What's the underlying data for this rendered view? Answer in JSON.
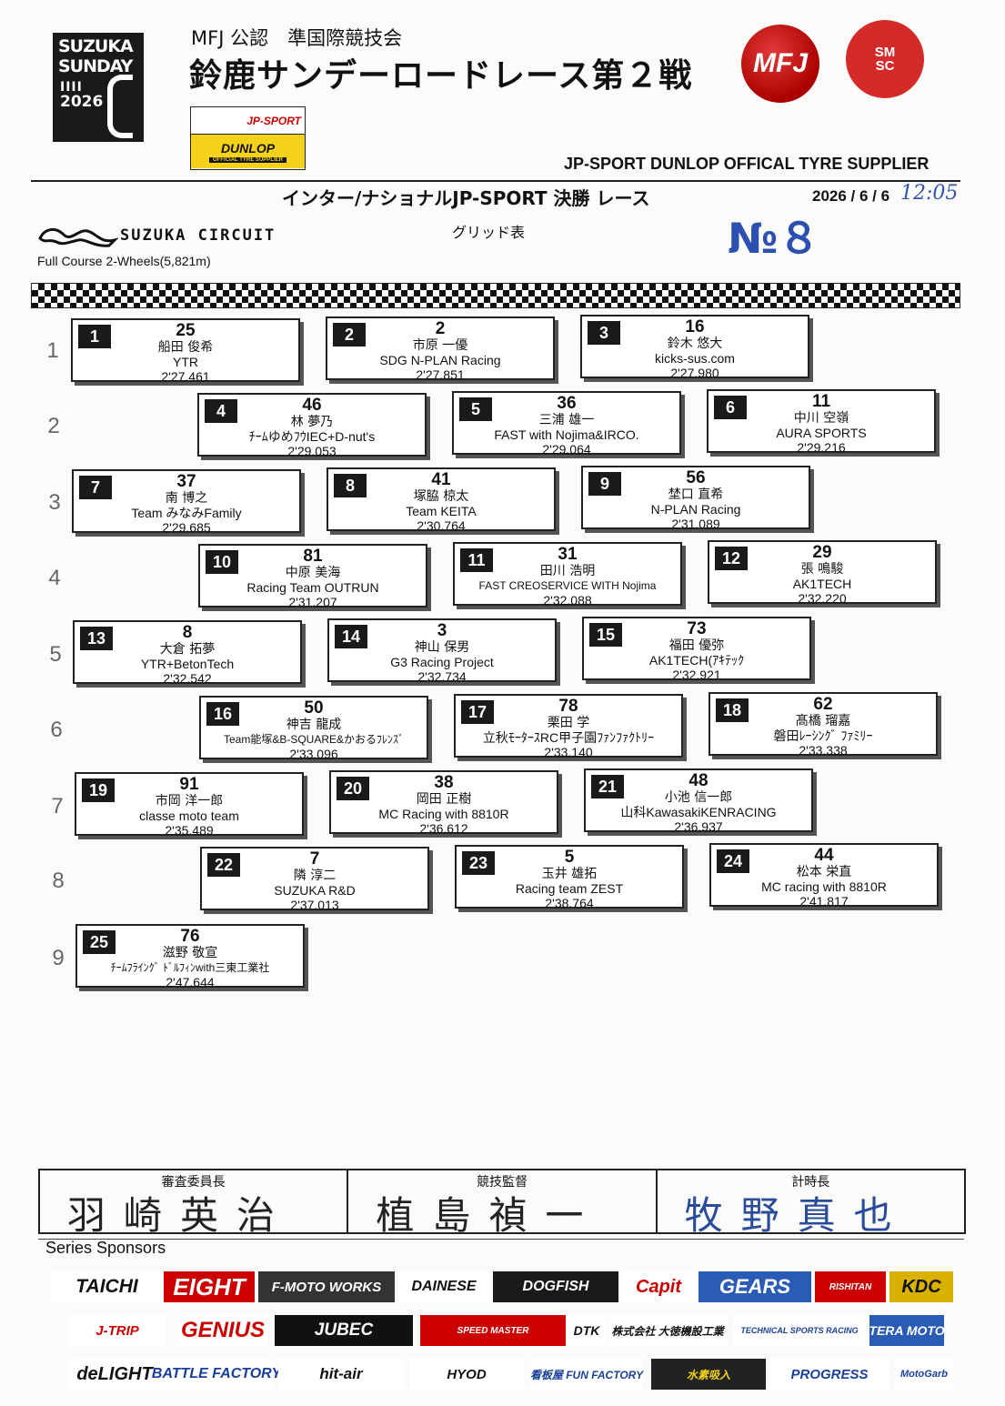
{
  "header": {
    "logo_line1": "SUZUKA",
    "logo_line2": "SUNDAY",
    "logo_year": "2026",
    "subtitle": "MFJ 公認　準国際競技会",
    "title": "鈴鹿サンデーロードレース第２戦",
    "mfj_logo": "MFJ",
    "smsc_line1": "SM",
    "smsc_line2": "SC",
    "jp_sport": "JP-SPORT",
    "dunlop": "DUNLOP",
    "dunlop_sub": "OFFICIAL TYRE SUPPLIER",
    "supplier": "JP-SPORT DUNLOP OFFICAL TYRE SUPPLIER",
    "race_title": "インター/ナショナルJP-SPORT 決勝 レース",
    "date": "2026 / 6 / 6",
    "time": "12:05",
    "grid_label": "グリッド表",
    "number": "№８",
    "circuit": "SUZUKA CIRCUIT",
    "course": "Full Course 2-Wheels(5,821m)"
  },
  "rows": [
    "1",
    "2",
    "3",
    "4",
    "5",
    "6",
    "7",
    "8",
    "9"
  ],
  "grid": [
    {
      "pos": "1",
      "num": "25",
      "name": "船田 俊希",
      "team": "YTR",
      "lap": "2'27.461"
    },
    {
      "pos": "2",
      "num": "2",
      "name": "市原 一優",
      "team": "SDG N-PLAN Racing",
      "lap": "2'27.851"
    },
    {
      "pos": "3",
      "num": "16",
      "name": "鈴木 悠大",
      "team": "kicks-sus.com",
      "lap": "2'27.980"
    },
    {
      "pos": "4",
      "num": "46",
      "name": "林 夢乃",
      "team": "ﾁｰﾑゆめﾌｳIEC+D-nut's",
      "lap": "2'29.053"
    },
    {
      "pos": "5",
      "num": "36",
      "name": "三浦 雄一",
      "team": "FAST with Nojima&IRCO.",
      "lap": "2'29.064"
    },
    {
      "pos": "6",
      "num": "11",
      "name": "中川 空嶺",
      "team": "AURA SPORTS",
      "lap": "2'29.216"
    },
    {
      "pos": "7",
      "num": "37",
      "name": "南 博之",
      "team": "Team みなみFamily",
      "lap": "2'29.685"
    },
    {
      "pos": "8",
      "num": "41",
      "name": "塚脇 椋太",
      "team": "Team KEITA",
      "lap": "2'30.764"
    },
    {
      "pos": "9",
      "num": "56",
      "name": "埜口 直希",
      "team": "N-PLAN Racing",
      "lap": "2'31.089"
    },
    {
      "pos": "10",
      "num": "81",
      "name": "中原 美海",
      "team": "Racing Team OUTRUN",
      "lap": "2'31.207"
    },
    {
      "pos": "11",
      "num": "31",
      "name": "田川 浩明",
      "team": "FAST CREOSERVICE WITH Nojima",
      "lap": "2'32.088"
    },
    {
      "pos": "12",
      "num": "29",
      "name": "張 鳴駿",
      "team": "AK1TECH",
      "lap": "2'32.220"
    },
    {
      "pos": "13",
      "num": "8",
      "name": "大倉 拓夢",
      "team": "YTR+BetonTech",
      "lap": "2'32.542"
    },
    {
      "pos": "14",
      "num": "3",
      "name": "神山 保男",
      "team": "G3 Racing Project",
      "lap": "2'32.734"
    },
    {
      "pos": "15",
      "num": "73",
      "name": "福田 優弥",
      "team": "AK1TECH(ｱｷﾃｯｸ",
      "lap": "2'32.921"
    },
    {
      "pos": "16",
      "num": "50",
      "name": "神吉 龍成",
      "team": "Team能塚&B-SQUARE&かおるﾌﾚﾝｽﾞ",
      "lap": "2'33.096"
    },
    {
      "pos": "17",
      "num": "78",
      "name": "栗田 学",
      "team": "立秋ﾓｰﾀｰｽRC甲子園ﾌｧﾝﾌｧｸﾄﾘｰ",
      "lap": "2'33.140"
    },
    {
      "pos": "18",
      "num": "62",
      "name": "髙橋 瑠嘉",
      "team": "磐田ﾚｰｼﾝｸﾞ ﾌｧﾐﾘｰ",
      "lap": "2'33.338"
    },
    {
      "pos": "19",
      "num": "91",
      "name": "市岡 洋一郎",
      "team": "classe moto team",
      "lap": "2'35.489"
    },
    {
      "pos": "20",
      "num": "38",
      "name": "岡田 正樹",
      "team": "MC Racing with 8810R",
      "lap": "2'36.612"
    },
    {
      "pos": "21",
      "num": "48",
      "name": "小池 信一郎",
      "team": "山科KawasakiKENRACING",
      "lap": "2'36.937"
    },
    {
      "pos": "22",
      "num": "7",
      "name": "隣 淳二",
      "team": "SUZUKA R&D",
      "lap": "2'37.013"
    },
    {
      "pos": "23",
      "num": "5",
      "name": "玉井 雄拓",
      "team": "Racing team ZEST",
      "lap": "2'38.764"
    },
    {
      "pos": "24",
      "num": "44",
      "name": "松本 栄直",
      "team": "MC racing with 8810R",
      "lap": "2'41.817"
    },
    {
      "pos": "25",
      "num": "76",
      "name": "滋野 敬宣",
      "team": "ﾁｰﾑﾌﾗｲﾝｸﾞ ﾄﾞﾙﾌｨﾝwith三東工業社",
      "lap": "2'47.644"
    }
  ],
  "signatures": [
    {
      "title": "審査委員長",
      "sig": "羽崎英治"
    },
    {
      "title": "競技監督",
      "sig": "植島禎一"
    },
    {
      "title": "計時長",
      "sig": "牧野真也"
    }
  ],
  "sponsors_title": "Series Sponsors",
  "sponsors": [
    "TAICHI",
    "EIGHT",
    "F-MOTO WORKS",
    "DAINESE",
    "DOGFISH",
    "Capit",
    "GEARS",
    "RISHITAN",
    "KDC",
    "J-TRIP",
    "GENIUS",
    "JUBEC",
    "SPEED MASTER",
    "DTK",
    "株式会社 大徳機設工業",
    "TECHNICAL SPORTS RACING",
    "TERA MOTO",
    "deLIGHT",
    "BATTLE FACTORY",
    "hit-air",
    "HYOD",
    "看板屋 FUN FACTORY",
    "水素吸入",
    "PROGRESS",
    "MotoGarb"
  ],
  "colors": {
    "accent_red": "#c00000",
    "dunlop_yellow": "#f5d21a",
    "ink_blue": "#2c4fb0"
  }
}
